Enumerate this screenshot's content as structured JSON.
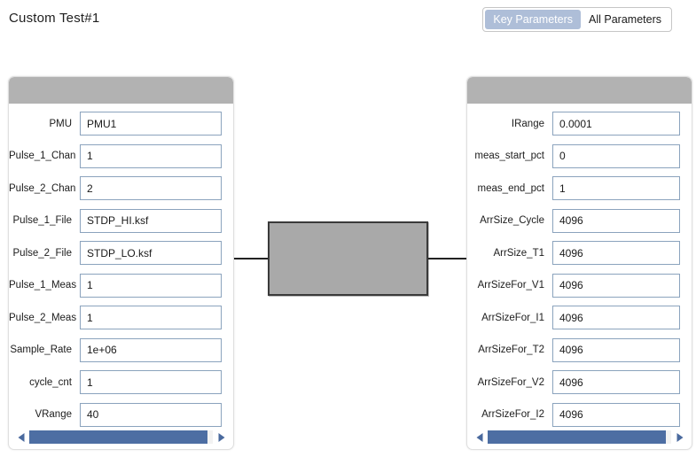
{
  "header": {
    "title": "Custom Test#1",
    "toggle": {
      "active_label": "Key Parameters",
      "inactive_label": "All Parameters",
      "active_color": "#aebed8"
    }
  },
  "panels": {
    "left": {
      "fields": [
        {
          "label": "PMU",
          "value": "PMU1"
        },
        {
          "label": "Pulse_1_Chan",
          "value": "1"
        },
        {
          "label": "Pulse_2_Chan",
          "value": "2"
        },
        {
          "label": "Pulse_1_File",
          "value": "STDP_HI.ksf"
        },
        {
          "label": "Pulse_2_File",
          "value": "STDP_LO.ksf"
        },
        {
          "label": "Pulse_1_Meas",
          "value": "1"
        },
        {
          "label": "Pulse_2_Meas",
          "value": "1"
        },
        {
          "label": "Sample_Rate",
          "value": "1e+06"
        },
        {
          "label": "cycle_cnt",
          "value": "1"
        },
        {
          "label": "VRange",
          "value": "40"
        }
      ],
      "scrollbar": {
        "left_arrow": "◀",
        "right_arrow": "▶",
        "thumb_color": "#4d6ea3"
      }
    },
    "right": {
      "fields": [
        {
          "label": "IRange",
          "value": "0.0001"
        },
        {
          "label": "meas_start_pct",
          "value": "0"
        },
        {
          "label": "meas_end_pct",
          "value": "1"
        },
        {
          "label": "ArrSize_Cycle",
          "value": "4096"
        },
        {
          "label": "ArrSize_T1",
          "value": "4096"
        },
        {
          "label": "ArrSizeFor_V1",
          "value": "4096"
        },
        {
          "label": "ArrSizeFor_I1",
          "value": "4096"
        },
        {
          "label": "ArrSizeFor_T2",
          "value": "4096"
        },
        {
          "label": "ArrSizeFor_V2",
          "value": "4096"
        },
        {
          "label": "ArrSizeFor_I2",
          "value": "4096"
        }
      ],
      "scrollbar": {
        "left_arrow": "◀",
        "right_arrow": "▶",
        "thumb_color": "#4d6ea3"
      }
    }
  },
  "diagram": {
    "device_label": "",
    "device_color": "#a9a9a9",
    "wire_color": "#222222"
  }
}
